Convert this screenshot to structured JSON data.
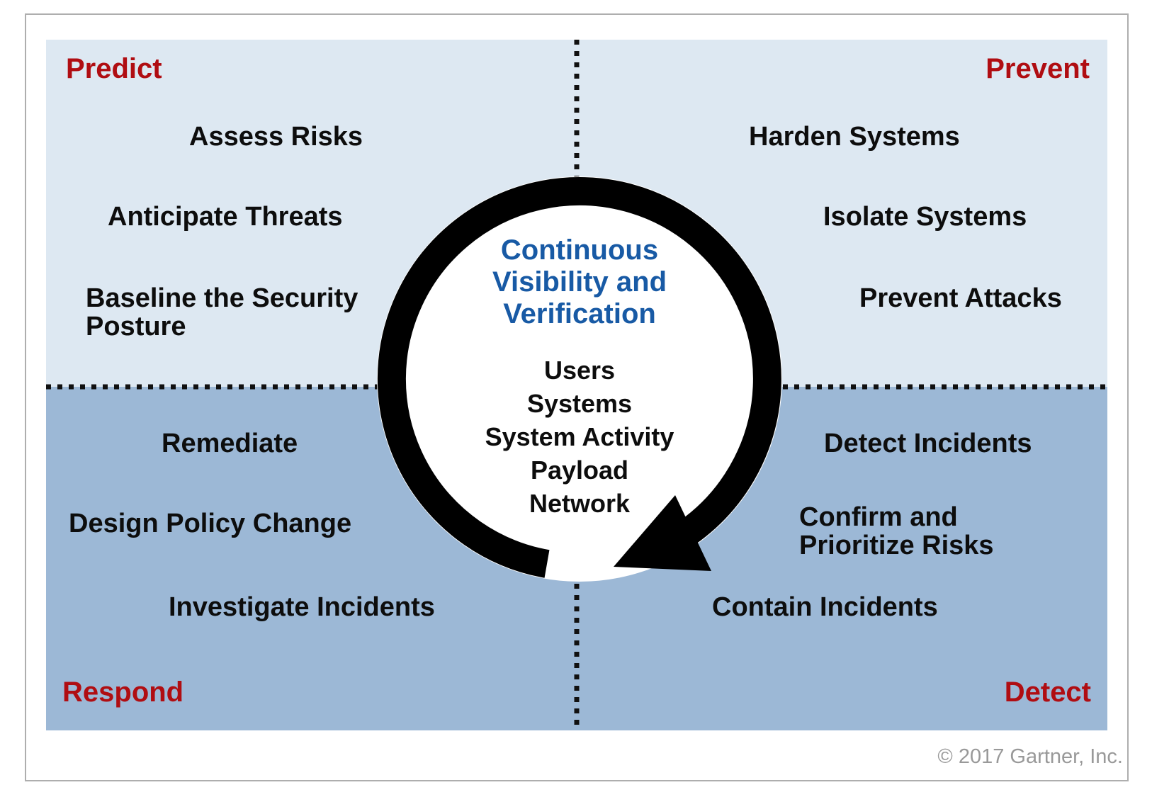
{
  "quadrants": {
    "predict": {
      "label": "Predict",
      "items": [
        "Assess Risks",
        "Anticipate Threats",
        "Baseline the Security\nPosture"
      ]
    },
    "prevent": {
      "label": "Prevent",
      "items": [
        "Harden Systems",
        "Isolate Systems",
        "Prevent Attacks"
      ]
    },
    "respond": {
      "label": "Respond",
      "items": [
        "Remediate",
        "Design Policy Change",
        "Investigate Incidents"
      ]
    },
    "detect": {
      "label": "Detect",
      "items": [
        "Detect Incidents",
        "Confirm and\nPrioritize Risks",
        "Contain Incidents"
      ]
    }
  },
  "center": {
    "title_lines": [
      "Continuous",
      "Visibility and",
      "Verification"
    ],
    "items": [
      "Users",
      "Systems",
      "System Activity",
      "Payload",
      "Network"
    ]
  },
  "footer": {
    "copyright": "© 2017 Gartner, Inc."
  },
  "colors": {
    "quadrant_top_bg": "#dde8f2",
    "quadrant_bottom_bg": "#9cb8d6",
    "phase_label_red": "#b00d12",
    "center_title_blue": "#185aa5",
    "item_text": "#0d0d0d",
    "cycle_ring": "#000000",
    "footer_gray": "#999999"
  }
}
